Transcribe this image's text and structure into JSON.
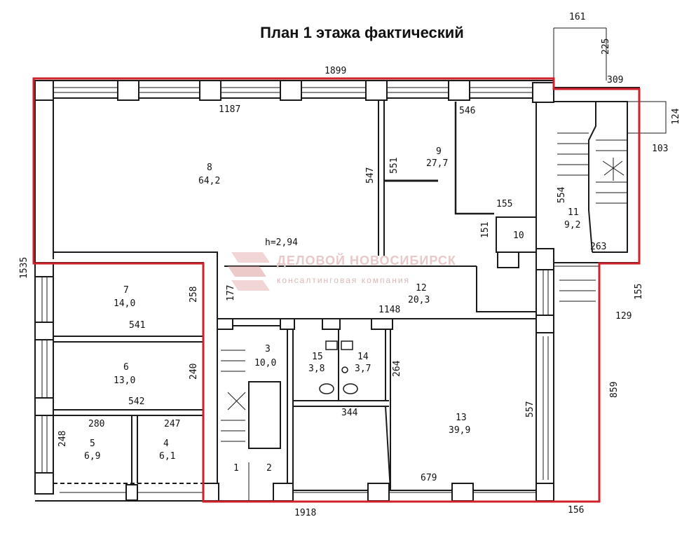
{
  "title": "План 1 этажа фактический",
  "watermark": {
    "line1": "ДЕЛОВОЙ НОВОСИБИРСК",
    "line2": "консалтинговая компания"
  },
  "ceiling_height": "h=2,94",
  "rooms": [
    {
      "id": "8",
      "number": "8",
      "area": "64,2"
    },
    {
      "id": "9",
      "number": "9",
      "area": "27,7"
    },
    {
      "id": "10",
      "number": "10",
      "area": ""
    },
    {
      "id": "11",
      "number": "11",
      "area": "9,2"
    },
    {
      "id": "7",
      "number": "7",
      "area": "14,0"
    },
    {
      "id": "6",
      "number": "6",
      "area": "13,0"
    },
    {
      "id": "5",
      "number": "5",
      "area": "6,9"
    },
    {
      "id": "4",
      "number": "4",
      "area": "6,1"
    },
    {
      "id": "3",
      "number": "3",
      "area": "10,0"
    },
    {
      "id": "15",
      "number": "15",
      "area": "3,8"
    },
    {
      "id": "14",
      "number": "14",
      "area": "3,7"
    },
    {
      "id": "12",
      "number": "12",
      "area": "20,3"
    },
    {
      "id": "13",
      "number": "13",
      "area": "39,9"
    },
    {
      "id": "1",
      "number": "1",
      "area": ""
    },
    {
      "id": "2",
      "number": "2",
      "area": ""
    }
  ],
  "dimensions": {
    "d161": "161",
    "d225": "225",
    "d1899": "1899",
    "d309": "309",
    "d124": "124",
    "d103": "103",
    "d1187": "1187",
    "d546": "546",
    "d547": "547",
    "d551": "551",
    "d155a": "155",
    "d151": "151",
    "d554": "554",
    "d263": "263",
    "d1535": "1535",
    "d177": "177",
    "d258": "258",
    "d541": "541",
    "d240": "240",
    "d542": "542",
    "d280": "280",
    "d247": "247",
    "d248": "248",
    "d1148": "1148",
    "d264": "264",
    "d344": "344",
    "d557": "557",
    "d679": "679",
    "d155b": "155",
    "d129": "129",
    "d859": "859",
    "d1918": "1918",
    "d156": "156"
  },
  "colors": {
    "wall": "#1a1a1a",
    "highlight": "#d0202a",
    "watermark": "#e8c9c9"
  }
}
